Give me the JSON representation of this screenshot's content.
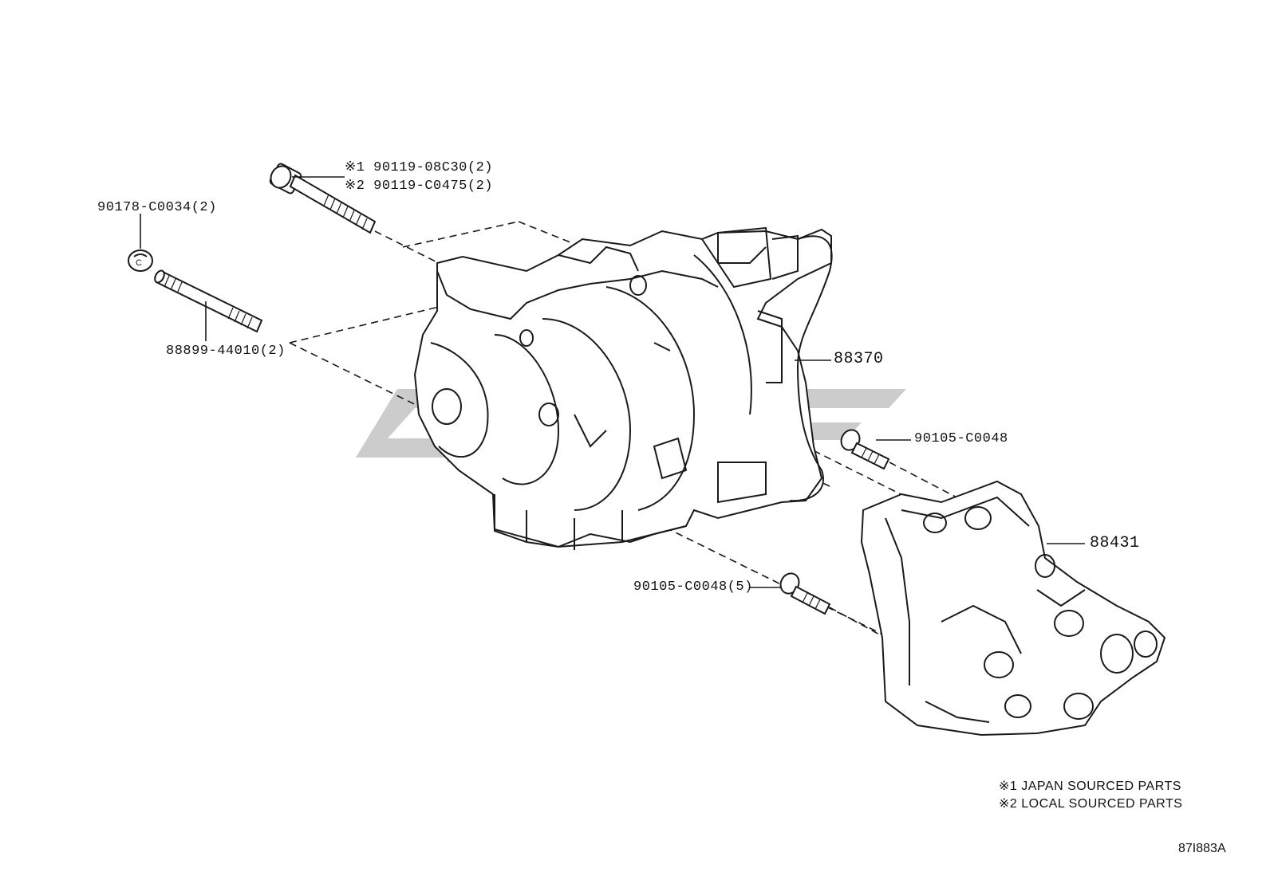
{
  "labels": {
    "bolt_japan": "※1 90119-08C30(2)",
    "bolt_local": "※2 90119-C0475(2)",
    "nut": "90178-C0034(2)",
    "stud": "88899-44010(2)",
    "compressor": "88370",
    "bolt_single": "90105-C0048",
    "bracket": "88431",
    "bolt_five": "90105-C0048(5)"
  },
  "notes": [
    "※1  JAPAN SOURCED PARTS",
    "※2  LOCAL SOURCED PARTS"
  ],
  "figure_code": "87I883A",
  "colors": {
    "line": "#1a1a1a",
    "watermark": "#c9c9c9",
    "background": "#ffffff"
  }
}
